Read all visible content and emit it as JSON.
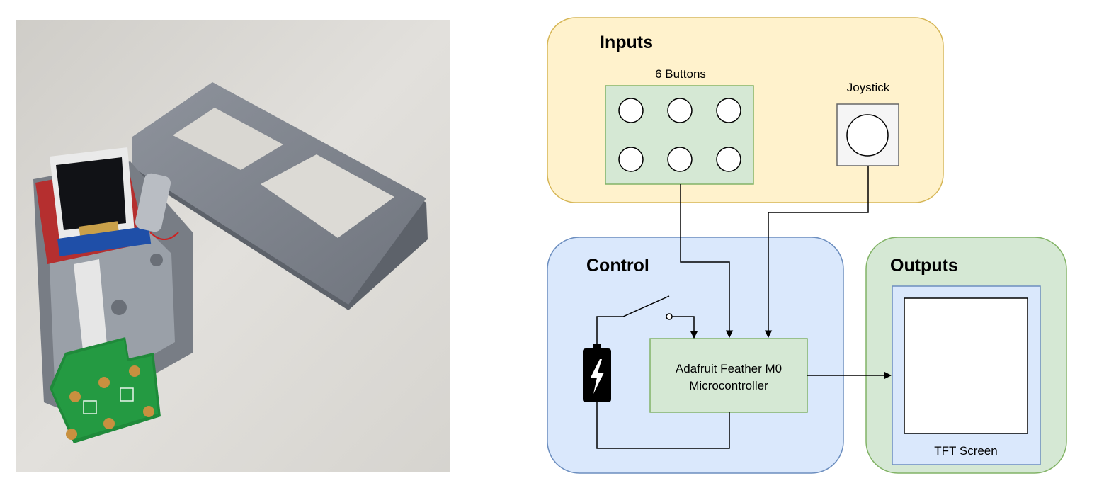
{
  "diagram": {
    "groups": {
      "inputs": "Inputs",
      "control": "Control",
      "outputs": "Outputs"
    },
    "inputs": {
      "buttons_label": "6 Buttons",
      "joystick_label": "Joystick"
    },
    "control": {
      "mcu_line1": "Adafruit Feather M0",
      "mcu_line2": "Microcontroller"
    },
    "outputs": {
      "screen_label": "TFT Screen"
    },
    "colors": {
      "inputs_fill": "#fff2cc",
      "inputs_stroke": "#d6b656",
      "control_fill": "#dae8fc",
      "control_stroke": "#6c8ebf",
      "outputs_fill": "#d5e8d4",
      "outputs_stroke": "#82b366",
      "component_fill": "#d5e8d4",
      "joystick_fill": "#f5f5f5"
    },
    "icons": [
      "battery-charging-icon",
      "switch-symbol"
    ]
  }
}
